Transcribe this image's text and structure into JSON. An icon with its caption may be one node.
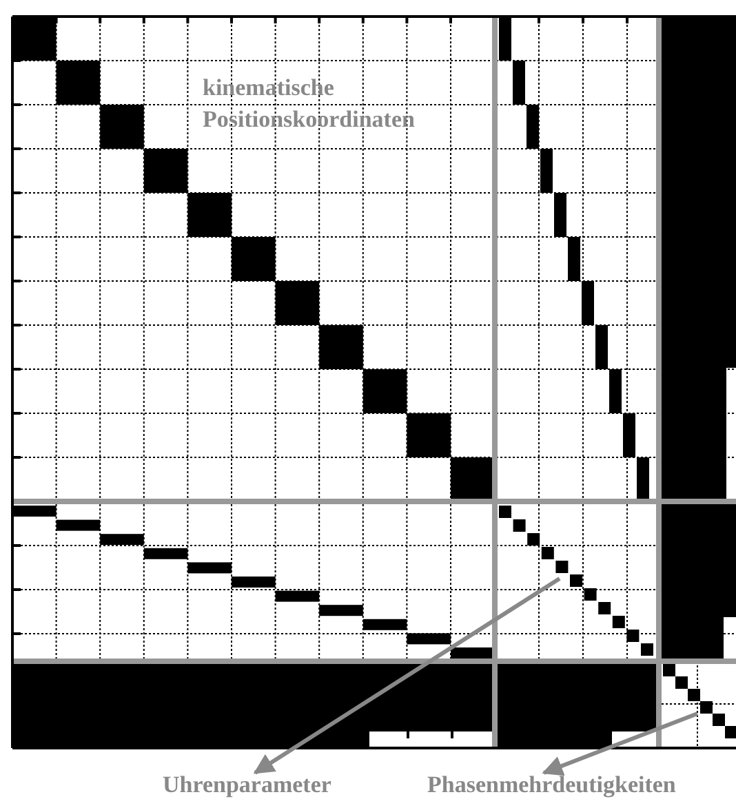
{
  "diagram": {
    "nodes": [
      {
        "text": [
          "Uhrenparameter"
        ]
      },
      {
        "text": [
          "Phasenmehrdeutigkeiten"
        ]
      }
    ],
    "edges": [
      {
        "from": null,
        "to": 0,
        "arrow": "to"
      },
      {
        "from": null,
        "to": 1,
        "arrow": "to"
      }
    ],
    "labels": [
      "kinematische Positionskoordinaten"
    ]
  }
}
